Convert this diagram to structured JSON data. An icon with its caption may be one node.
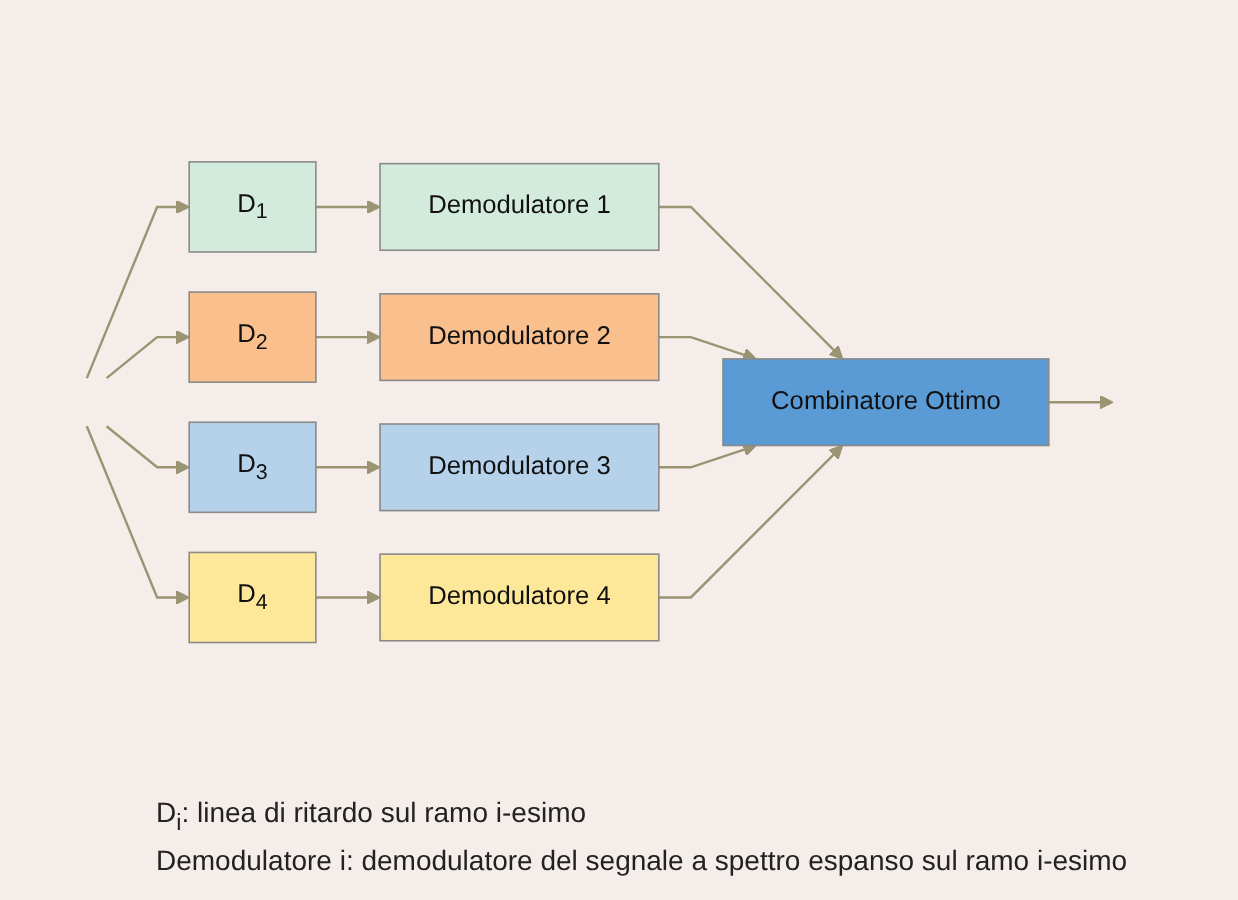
{
  "diagram": {
    "nodes": [
      {
        "text": [
          "D$_{1}$"
        ]
      },
      {
        "text": [
          "Demodulatore 1"
        ]
      },
      {
        "text": [
          "D$_{2}$"
        ]
      },
      {
        "text": [
          "Demodulatore 2"
        ]
      },
      {
        "text": [
          "D$_{3}$"
        ]
      },
      {
        "text": [
          "Demodulatore 3"
        ]
      },
      {
        "text": [
          "D$_{4}$"
        ]
      },
      {
        "text": [
          "Demodulatore 4"
        ]
      },
      {
        "text": [
          "Combinatore Ottimo"
        ]
      }
    ],
    "edges": [
      {
        "from": null,
        "to": 0,
        "arrow": "to"
      },
      {
        "from": null,
        "to": 2,
        "arrow": "to"
      },
      {
        "from": null,
        "to": 4,
        "arrow": "to"
      },
      {
        "from": null,
        "to": 6,
        "arrow": "to"
      },
      {
        "from": 0,
        "to": 1,
        "arrow": "to"
      },
      {
        "from": 2,
        "to": 3,
        "arrow": "to"
      },
      {
        "from": 4,
        "to": 5,
        "arrow": "to"
      },
      {
        "from": 6,
        "to": 7,
        "arrow": "to"
      },
      {
        "from": 1,
        "to": 8,
        "arrow": "to"
      },
      {
        "from": 3,
        "to": 8,
        "arrow": "to"
      },
      {
        "from": 5,
        "to": 8,
        "arrow": "to"
      },
      {
        "from": 7,
        "to": 8,
        "arrow": "to"
      },
      {
        "from": 8,
        "to": null,
        "arrow": "to"
      }
    ],
    "labels": [
      "D$_{i}$: linea di ritardo sul ramo i-esimo",
      "Demodulatore i: demodulatore del segnale a spettro espanso sul ramo i-esimo"
    ]
  }
}
